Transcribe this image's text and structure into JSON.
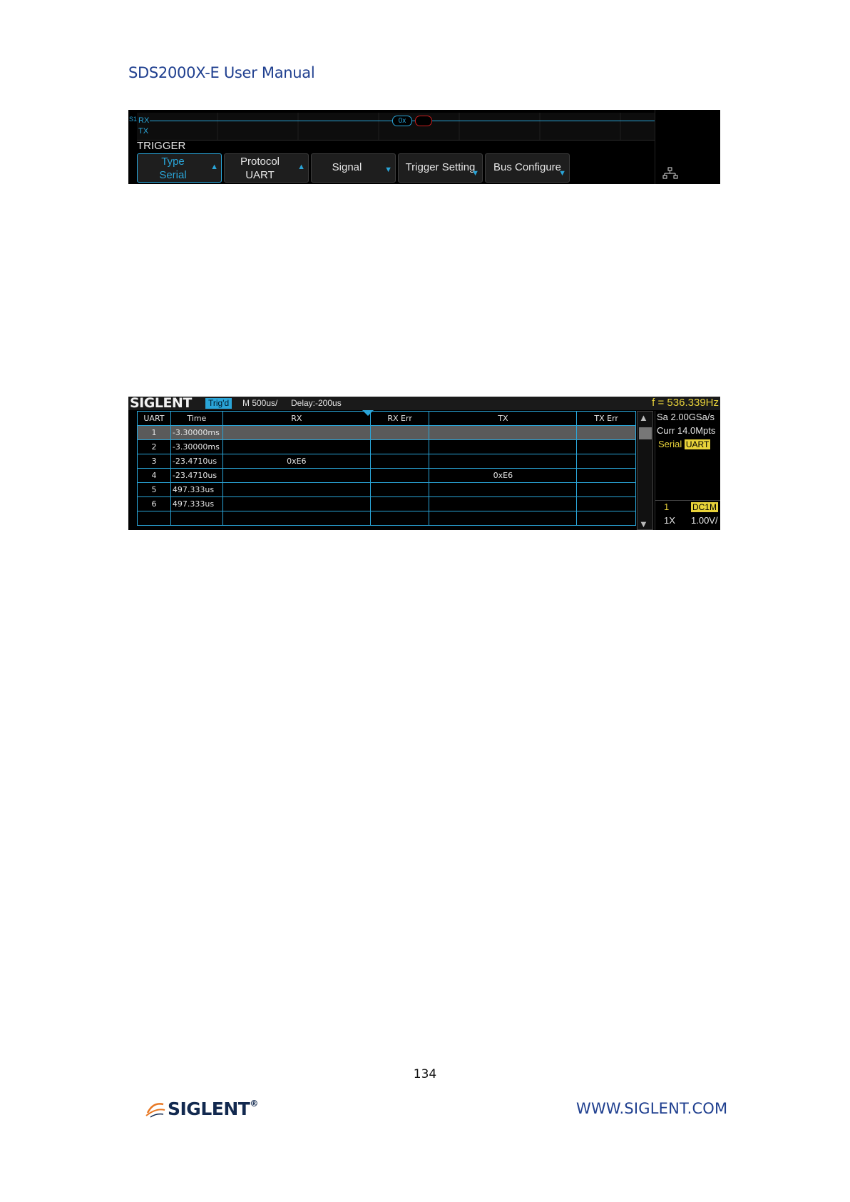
{
  "header": {
    "title": "SDS2000X-E User Manual"
  },
  "trigger_screen": {
    "channel_marker": "S1",
    "rx_label": "RX",
    "tx_label": "TX",
    "decode_badge": "0x",
    "menu_title": "TRIGGER",
    "softkeys": [
      {
        "line1": "Type",
        "line2": "Serial",
        "arrow": "up"
      },
      {
        "line1": "Protocol",
        "line2": "UART",
        "arrow": "up"
      },
      {
        "label": "Signal",
        "arrow": "down"
      },
      {
        "label": "Trigger Setting",
        "arrow": "down"
      },
      {
        "label": "Bus Configure",
        "arrow": "down"
      }
    ],
    "icon": "network-icon"
  },
  "decode_screen": {
    "logo": "SIGLENT",
    "trig_status": "Trig'd",
    "timebase": "M 500us/",
    "delay": "Delay:-200us",
    "frequency": "f = 536.339Hz",
    "table": {
      "headers": [
        "UART",
        "Time",
        "RX",
        "RX Err",
        "TX",
        "TX Err"
      ],
      "rows": [
        {
          "idx": "1",
          "time": "-3.30000ms",
          "rx": "",
          "rx_err": "",
          "tx": "",
          "tx_err": ""
        },
        {
          "idx": "2",
          "time": "-3.30000ms",
          "rx": "",
          "rx_err": "",
          "tx": "",
          "tx_err": ""
        },
        {
          "idx": "3",
          "time": "-23.4710us",
          "rx": "0xE6",
          "rx_err": "",
          "tx": "",
          "tx_err": ""
        },
        {
          "idx": "4",
          "time": "-23.4710us",
          "rx": "",
          "rx_err": "",
          "tx": "0xE6",
          "tx_err": ""
        },
        {
          "idx": "5",
          "time": "497.333us",
          "rx": "",
          "rx_err": "",
          "tx": "",
          "tx_err": ""
        },
        {
          "idx": "6",
          "time": "497.333us",
          "rx": "",
          "rx_err": "",
          "tx": "",
          "tx_err": ""
        }
      ],
      "selected_row": 1
    },
    "side": {
      "sample_rate": "Sa 2.00GSa/s",
      "memory": "Curr 14.0Mpts",
      "decode_label": "Serial",
      "decode_protocol": "UART",
      "channel": "1",
      "coupling": "DC1M",
      "probe": "1X",
      "scale": "1.00V/"
    },
    "colors": {
      "accent": "#2aa5d8",
      "highlight": "#e8d23a",
      "error": "#c81e1e"
    }
  },
  "footer": {
    "page_number": "134",
    "logo_text": "SIGLENT",
    "logo_mark": "®",
    "url": "WWW.SIGLENT.COM"
  }
}
